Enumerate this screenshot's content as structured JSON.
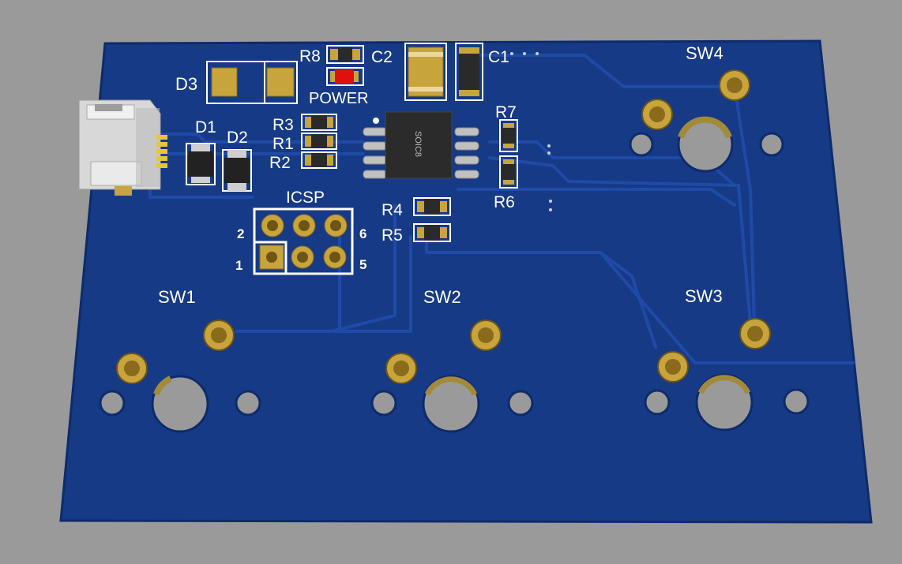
{
  "board": {
    "colors": {
      "background": "#9a9a9a",
      "soldermask": "#163a86",
      "mask_edge": "#0e2b6b",
      "trace": "#1c47a0",
      "silkscreen": "#ffffff",
      "copper_gold": "#c8a43c",
      "drill_hole": "#a0a0a0",
      "smd_body": "#2a2a2a",
      "led_red": "#e01010"
    },
    "labels": {
      "D3": "D3",
      "D1": "D1",
      "D2": "D2",
      "R8": "R8",
      "C2": "C2",
      "C1": "C1",
      "POWER": "POWER",
      "R3": "R3",
      "R1": "R1",
      "R2": "R2",
      "R7": "R7",
      "R6": "R6",
      "R4": "R4",
      "R5": "R5",
      "ICSP": "ICSP",
      "icsp_pin2": "2",
      "icsp_pin6": "6",
      "icsp_pin1": "1",
      "icsp_pin5": "5",
      "SW1": "SW1",
      "SW2": "SW2",
      "SW3": "SW3",
      "SW4": "SW4",
      "ic_marking": "SOIC8"
    }
  }
}
